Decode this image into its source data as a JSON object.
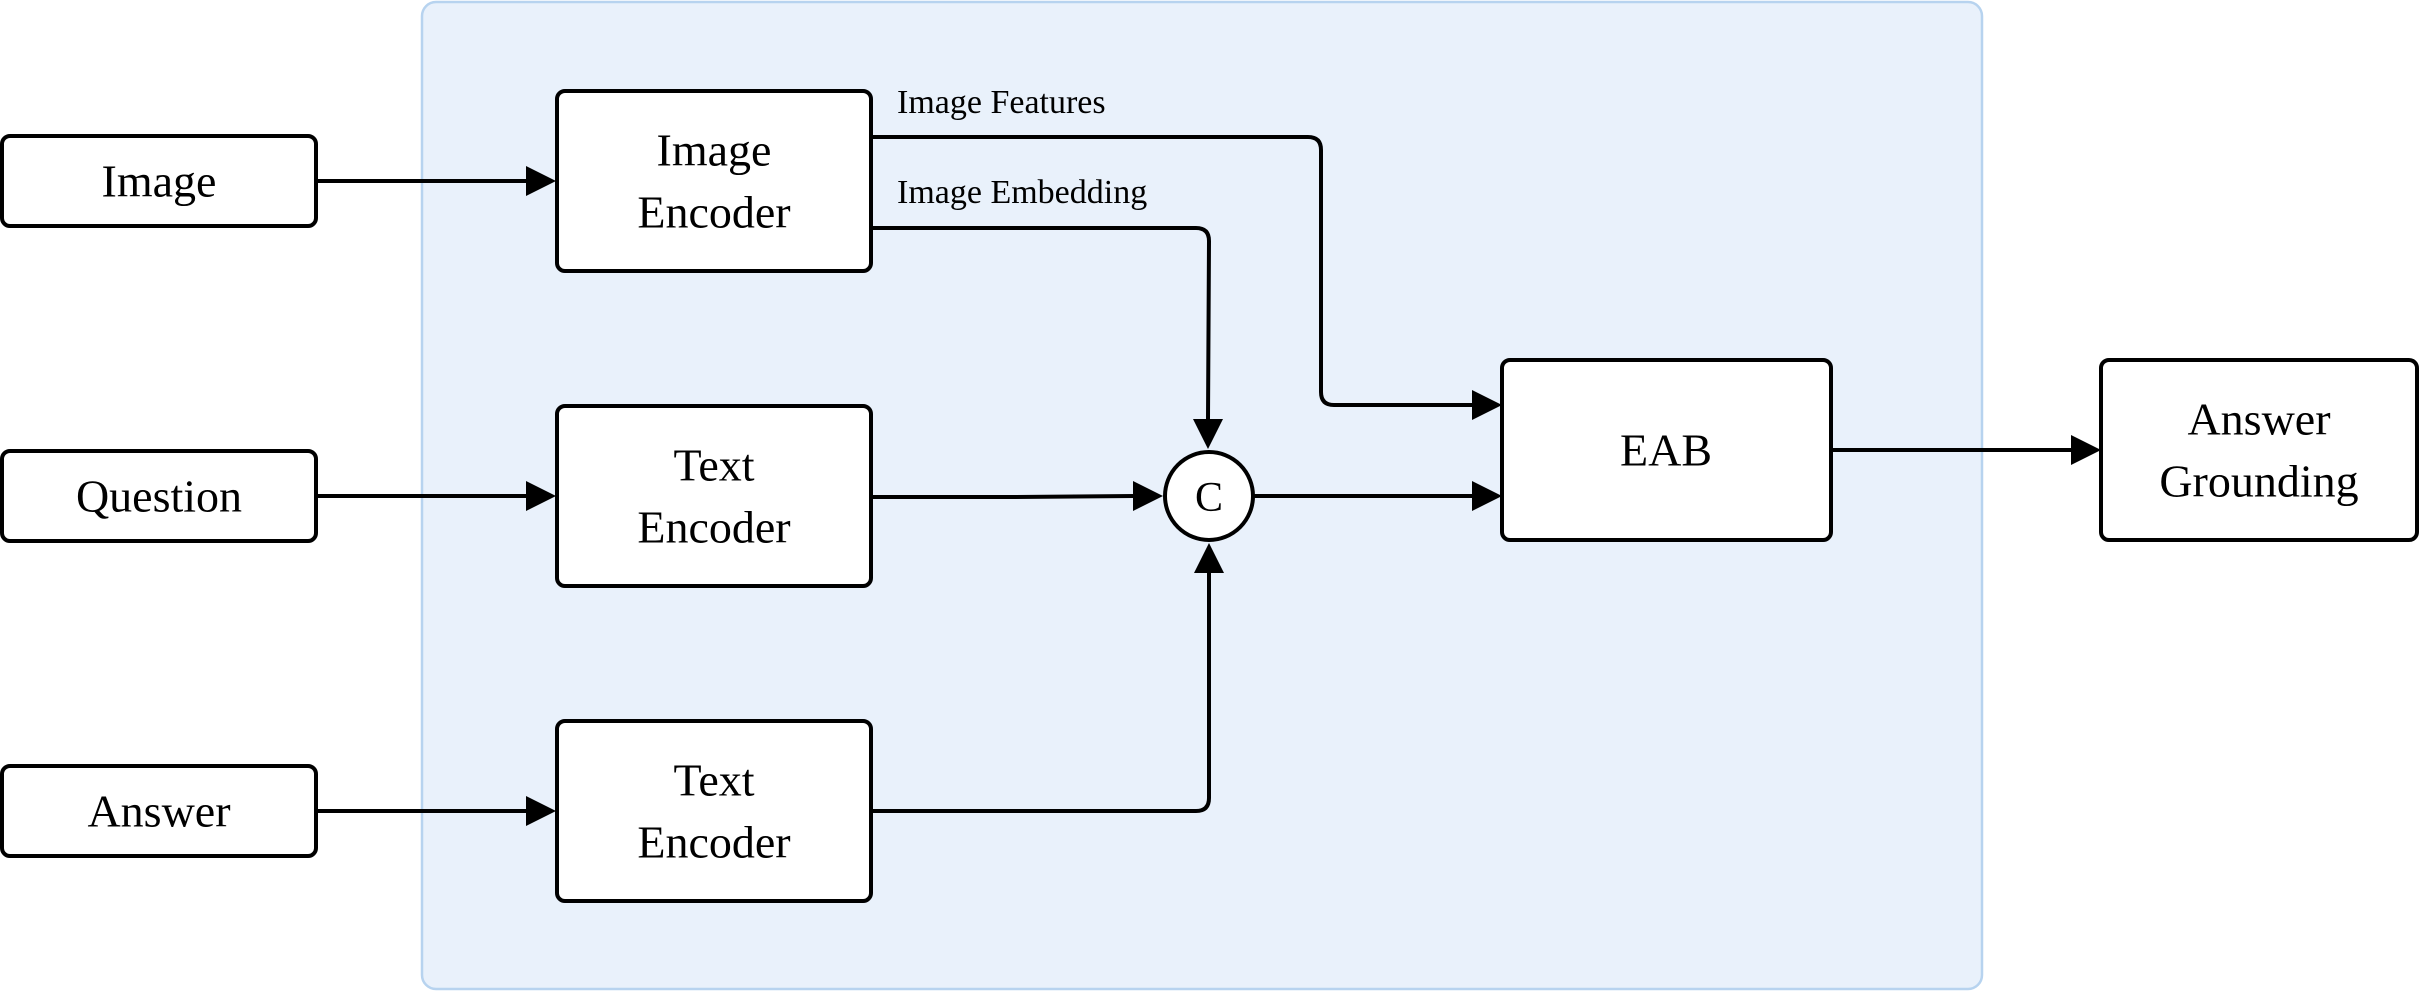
{
  "inputs": {
    "image": "Image",
    "question": "Question",
    "answer": "Answer"
  },
  "model": {
    "image_encoder": [
      "Image",
      "Encoder"
    ],
    "question_text_encoder": [
      "Text",
      "Encoder"
    ],
    "answer_text_encoder": [
      "Text",
      "Encoder"
    ],
    "concat": "C",
    "eab": "EAB"
  },
  "edges": {
    "image_features": "Image Features",
    "image_embedding": "Image Embedding"
  },
  "output": {
    "answer_grounding": [
      "Answer",
      "Grounding"
    ]
  },
  "colors": {
    "panel_fill": "#e9f1fb",
    "panel_border": "#b7d3ef",
    "stroke": "#000000"
  }
}
